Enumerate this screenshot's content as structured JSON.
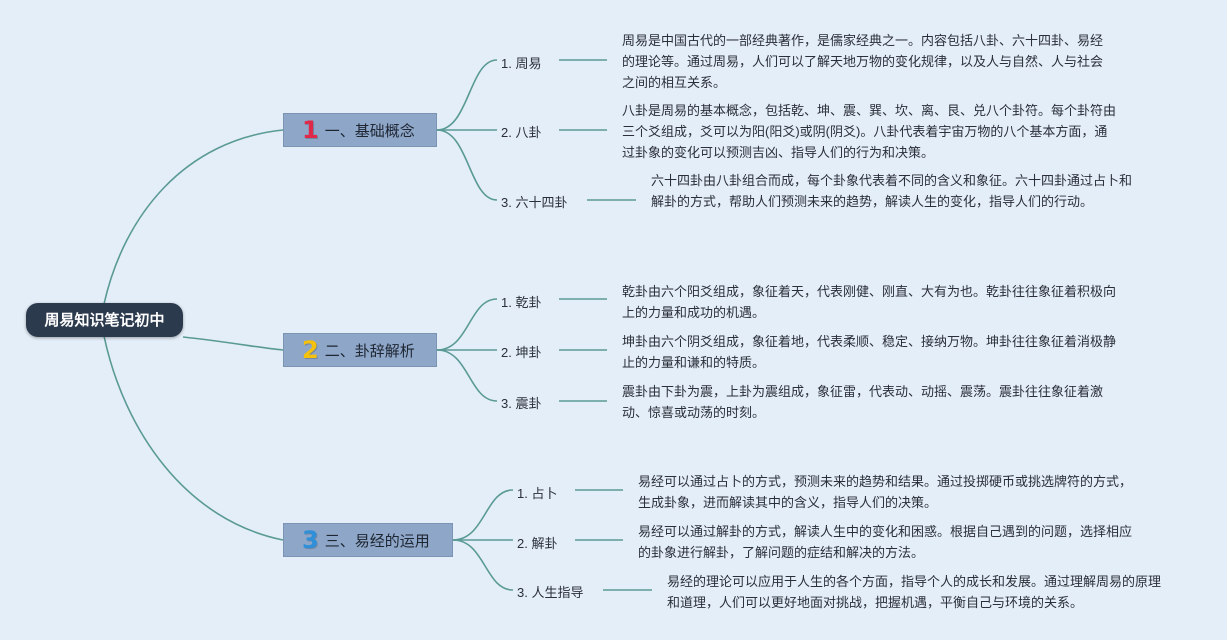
{
  "colors": {
    "background": "#e4eef9",
    "root_fill": "#2c3a4e",
    "branch_fill": "#8ea6c7",
    "connector": "#5a9a94",
    "number_1": "#e0284a",
    "number_2": "#f4c20d",
    "number_3": "#2f8fd8"
  },
  "root": {
    "label": "周易知识笔记初中"
  },
  "branches": [
    {
      "number": "1",
      "label": "一、基础概念",
      "leaves": [
        {
          "label": "1. 周易",
          "desc": "周易是中国古代的一部经典著作，是儒家经典之一。内容包括八卦、六十四卦、易经的理论等。通过周易，人们可以了解天地万物的变化规律，以及人与自然、人与社会之间的相互关系。"
        },
        {
          "label": "2. 八卦",
          "desc": "八卦是周易的基本概念，包括乾、坤、震、巽、坎、离、艮、兑八个卦符。每个卦符由三个爻组成，爻可以为阳(阳爻)或阴(阴爻)。八卦代表着宇宙万物的八个基本方面，通过卦象的变化可以预测吉凶、指导人们的行为和决策。"
        },
        {
          "label": "3. 六十四卦",
          "desc": "六十四卦由八卦组合而成，每个卦象代表着不同的含义和象征。六十四卦通过占卜和解卦的方式，帮助人们预测未来的趋势，解读人生的变化，指导人们的行动。"
        }
      ]
    },
    {
      "number": "2",
      "label": "二、卦辞解析",
      "leaves": [
        {
          "label": "1. 乾卦",
          "desc": "乾卦由六个阳爻组成，象征着天，代表刚健、刚直、大有为也。乾卦往往象征着积极向上的力量和成功的机遇。"
        },
        {
          "label": "2. 坤卦",
          "desc": "坤卦由六个阴爻组成，象征着地，代表柔顺、稳定、接纳万物。坤卦往往象征着消极静止的力量和谦和的特质。"
        },
        {
          "label": "3. 震卦",
          "desc": "震卦由下卦为震，上卦为震组成，象征雷，代表动、动摇、震荡。震卦往往象征着激动、惊喜或动荡的时刻。"
        }
      ]
    },
    {
      "number": "3",
      "label": "三、易经的运用",
      "leaves": [
        {
          "label": "1. 占卜",
          "desc": "易经可以通过占卜的方式，预测未来的趋势和结果。通过投掷硬币或挑选牌符的方式，生成卦象，进而解读其中的含义，指导人们的决策。"
        },
        {
          "label": "2. 解卦",
          "desc": "易经可以通过解卦的方式，解读人生中的变化和困惑。根据自己遇到的问题，选择相应的卦象进行解卦，了解问题的症结和解决的方法。"
        },
        {
          "label": "3. 人生指导",
          "desc": "易经的理论可以应用于人生的各个方面，指导个人的成长和发展。通过理解周易的原理和道理，人们可以更好地面对挑战，把握机遇，平衡自己与环境的关系。"
        }
      ]
    }
  ]
}
